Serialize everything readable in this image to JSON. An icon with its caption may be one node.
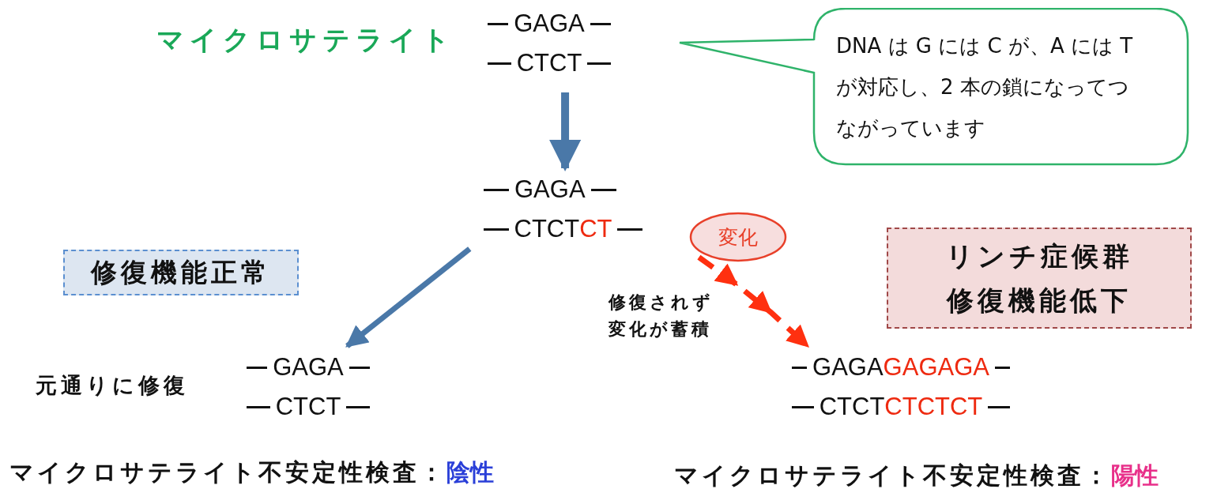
{
  "diagram": {
    "nodes": [
      {
        "text": [
          "GAGA",
          "CTCT"
        ]
      },
      {
        "text": [
          "DNA は G には C が、A には T が対応し、2 本の鎖になってつながっています"
        ]
      },
      {
        "text": [
          "GAGA",
          "CTCT",
          "CT"
        ]
      },
      {
        "text": [
          "修復機能正常"
        ]
      },
      {
        "text": [
          "変化"
        ]
      },
      {
        "text": [
          "リンチ症候群",
          "修復機能低下"
        ]
      },
      {
        "text": [
          "GAGA",
          "CTCT"
        ]
      },
      {
        "text": [
          "GAGA",
          "GAGAGA",
          "CTCT",
          "CTCTCT"
        ]
      }
    ],
    "edges": [
      {
        "from": 0,
        "to": 2,
        "arrow": "to"
      },
      {
        "from": 2,
        "to": 6,
        "arrow": "to"
      },
      {
        "from": 4,
        "to": 7,
        "arrow": "to",
        "label": "修復されず変化が蓄積",
        "style": "dashed",
        "color": "#ff3010"
      }
    ],
    "labels": [
      "マイクロサテライト",
      "元通りに修復",
      "マイクロサテライト不安定性検査：",
      "陰性",
      "マイクロサテライト不安定性検査：",
      "陽性"
    ]
  }
}
